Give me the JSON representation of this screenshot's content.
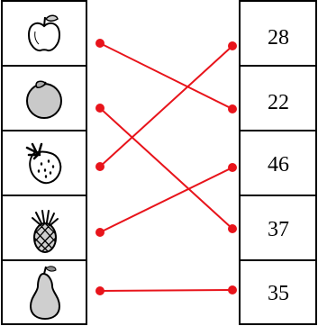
{
  "left_items": [
    {
      "name": "apple-icon"
    },
    {
      "name": "orange-icon"
    },
    {
      "name": "strawberry-icon"
    },
    {
      "name": "pineapple-icon"
    },
    {
      "name": "pear-icon"
    }
  ],
  "right_numbers": [
    "28",
    "22",
    "46",
    "37",
    "35"
  ],
  "connections": [
    {
      "from": 0,
      "to": 1
    },
    {
      "from": 1,
      "to": 3
    },
    {
      "from": 2,
      "to": 0
    },
    {
      "from": 3,
      "to": 2
    },
    {
      "from": 4,
      "to": 4
    }
  ],
  "colors": {
    "line": "#e8141b",
    "border": "#000000"
  }
}
